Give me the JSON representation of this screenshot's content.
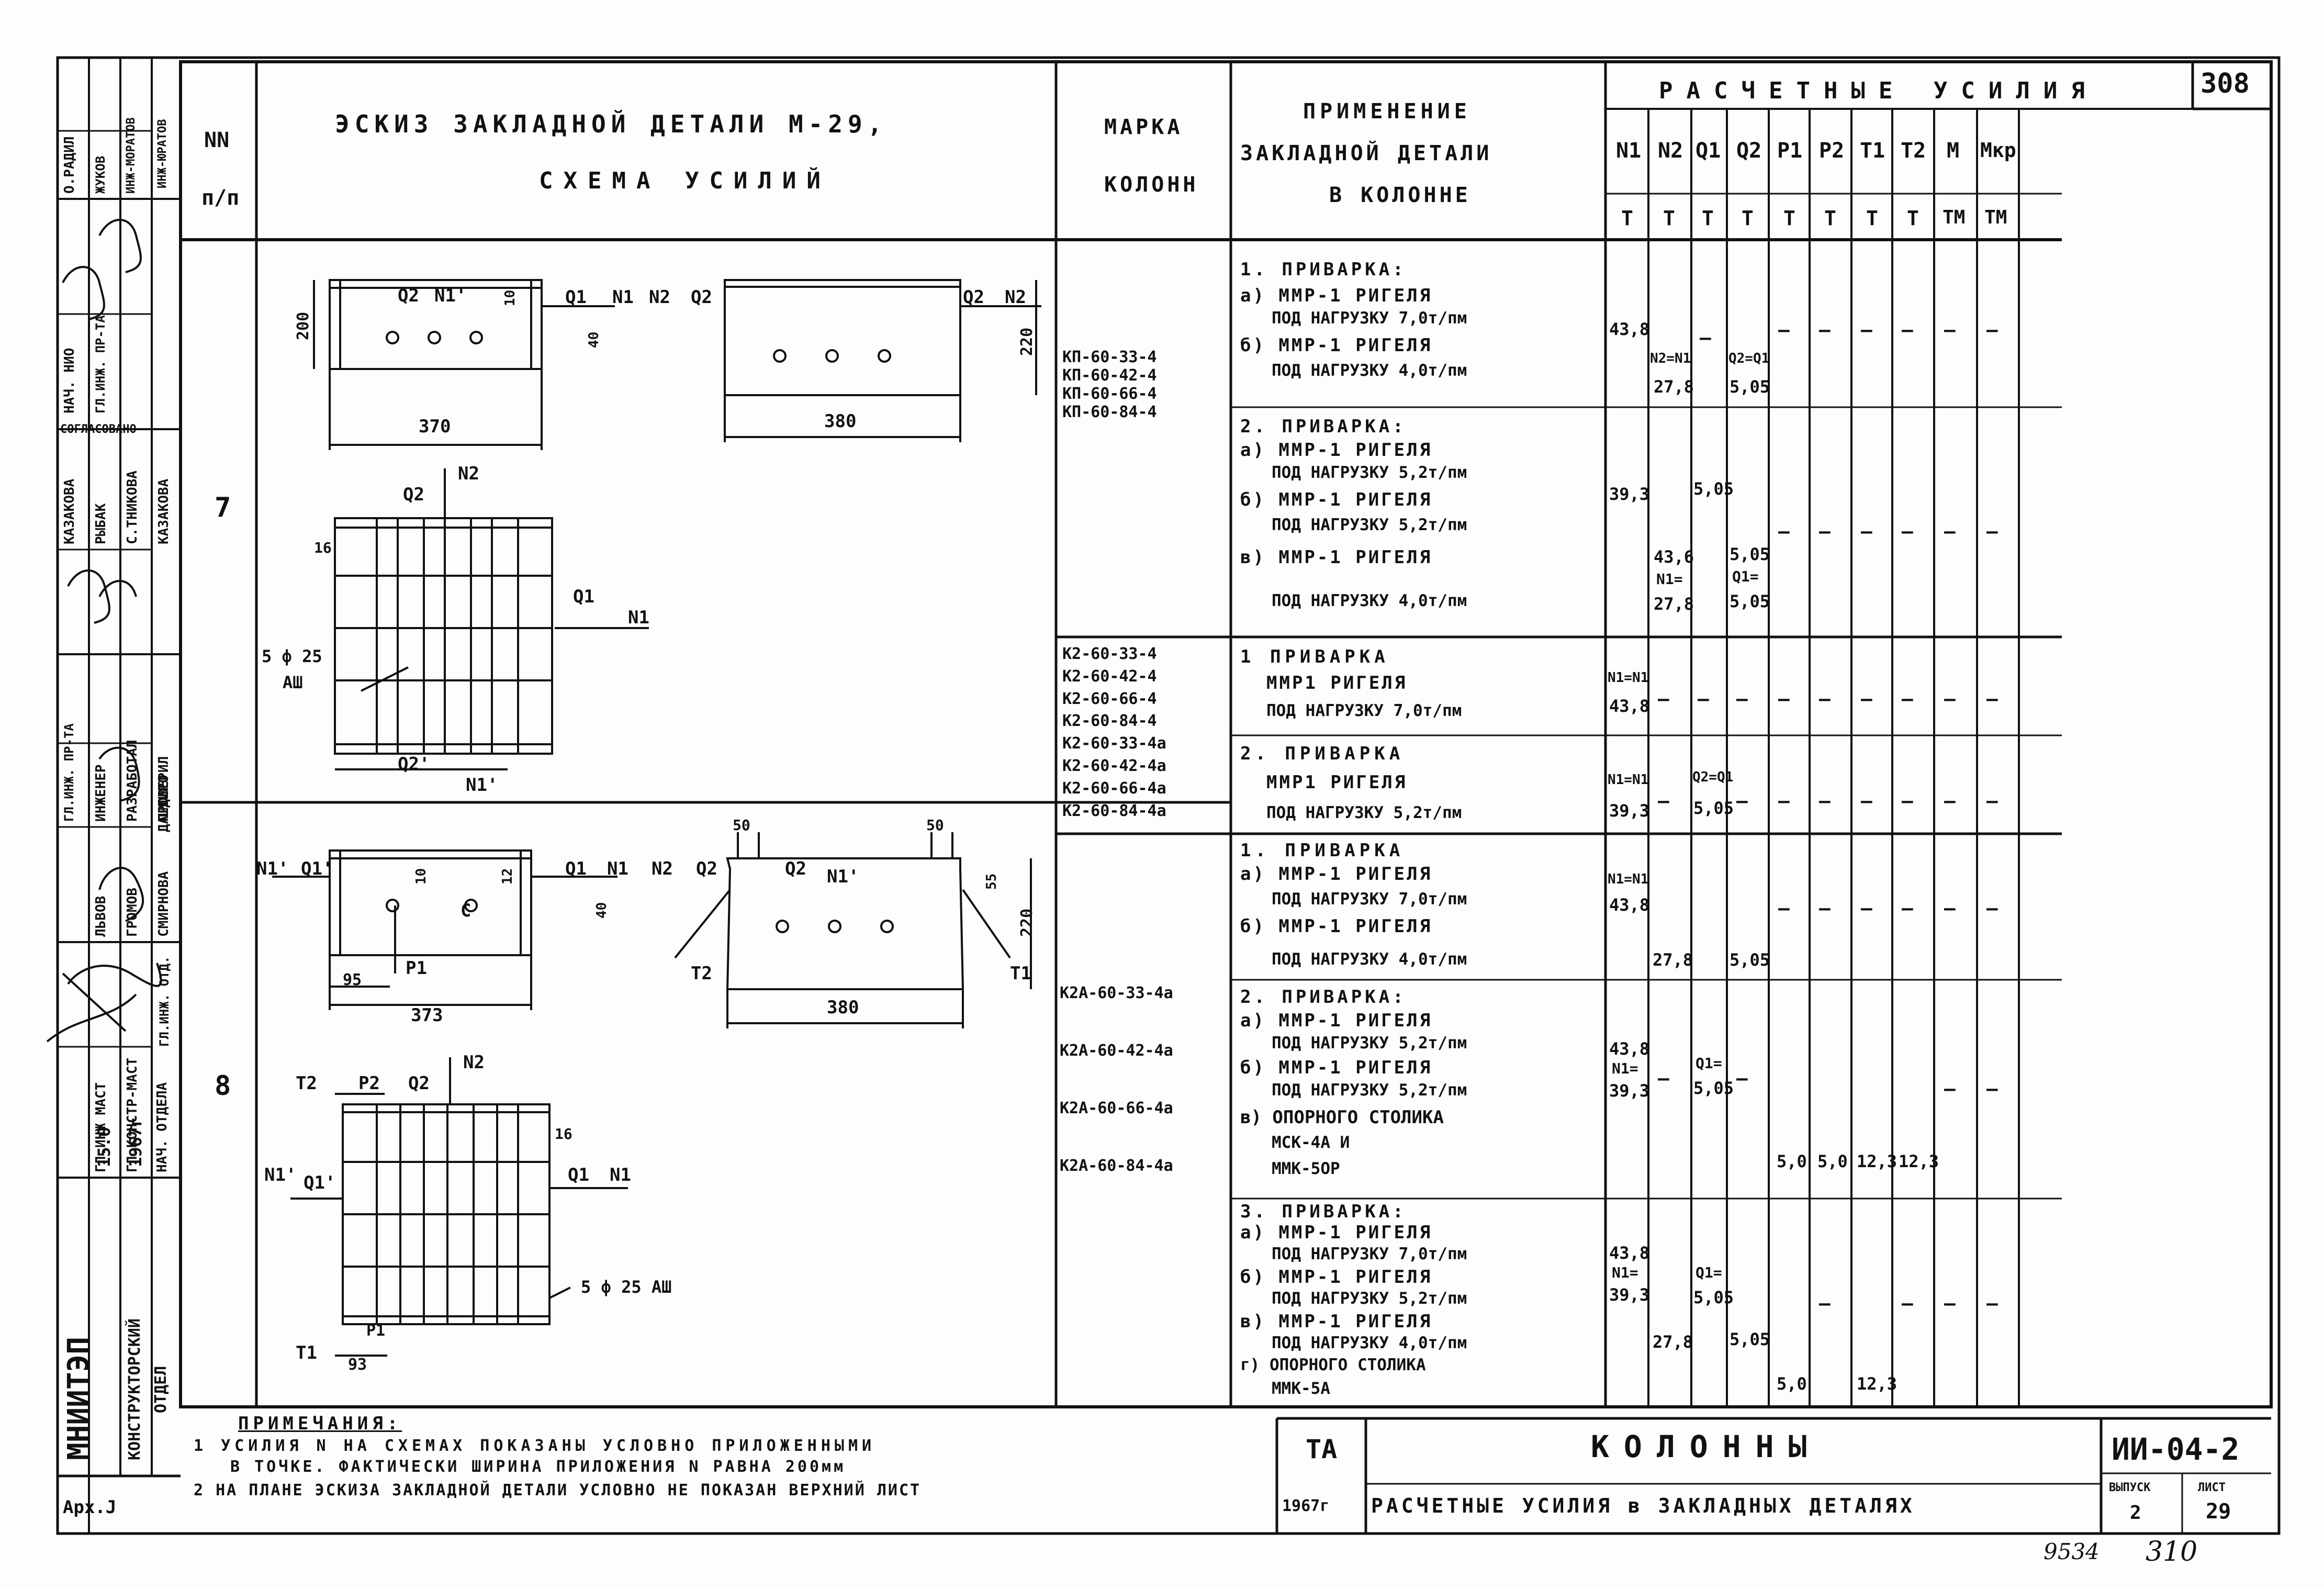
{
  "sheet_number": "308",
  "header": {
    "col_num_1": "NN",
    "col_num_2": "п/п",
    "sketch_title_1": "ЭСКИЗ ЗАКЛАДНОЙ ДЕТАЛИ М-29,",
    "sketch_title_2": "СХЕМА УСИЛИЙ",
    "mark_1": "МАРКА",
    "mark_2": "КОЛОНН",
    "app_1": "ПРИМЕНЕНИЕ",
    "app_2": "ЗАКЛАДНОЙ ДЕТАЛИ",
    "app_3": "В КОЛОННЕ",
    "forces_title": "РАСЧЕТНЫЕ УСИЛИЯ",
    "force_cols": [
      "N1",
      "N2",
      "Q1",
      "Q2",
      "P1",
      "P2",
      "T1",
      "T2",
      "M",
      "Mкр"
    ],
    "force_units": [
      "Т",
      "Т",
      "Т",
      "Т",
      "Т",
      "Т",
      "Т",
      "Т",
      "ТМ",
      "ТМ"
    ]
  },
  "rows": {
    "r7_num": "7",
    "r8_num": "8",
    "marks_a": [
      "КП-60-33-4",
      "КП-60-42-4",
      "КП-60-66-4",
      "КП-60-84-4"
    ],
    "marks_b": [
      "К2-60-33-4",
      "К2-60-42-4",
      "К2-60-66-4",
      "К2-60-84-4",
      "К2-60-33-4а",
      "К2-60-42-4а",
      "К2-60-66-4а",
      "К2-60-84-4а"
    ],
    "marks_c": [
      "К2А-60-33-4а",
      "К2А-60-42-4а",
      "К2А-60-66-4а",
      "К2А-60-84-4а"
    ],
    "app_a": [
      "1. ПРИВАРКА:",
      "а) ММР-1 РИГЕЛЯ",
      "ПОД НАГРУЗКУ 7,0т/пм",
      "б) ММР-1 РИГЕЛЯ",
      "ПОД НАГРУЗКУ 4,0т/пм"
    ],
    "app_b": [
      "2. ПРИВАРКА:",
      "а) ММР-1 РИГЕЛЯ",
      "ПОД НАГРУЗКУ 5,2т/пм",
      "б) ММР-1 РИГЕЛЯ",
      "ПОД НАГРУЗКУ 5,2т/пм",
      "в) ММР-1 РИГЕЛЯ",
      "ПОД НАГРУЗКУ 4,0т/пм"
    ],
    "app_c": [
      "1 ПРИВАРКА",
      "ММР1 РИГЕЛЯ",
      "ПОД НАГРУЗКУ 7,0т/пм"
    ],
    "app_d": [
      "2. ПРИВАРКА",
      "ММР1 РИГЕЛЯ",
      "ПОД НАГРУЗКУ 5,2т/пм"
    ],
    "app_e": [
      "1. ПРИВАРКА",
      "а) ММР-1 РИГЕЛЯ",
      "ПОД НАГРУЗКУ 7,0т/пм",
      "б) ММР-1 РИГЕЛЯ",
      "ПОД НАГРУЗКУ 4,0т/пм"
    ],
    "app_f": [
      "2. ПРИВАРКА:",
      "а) ММР-1 РИГЕЛЯ",
      "ПОД НАГРУЗКУ 5,2т/пм",
      "б) ММР-1 РИГЕЛЯ",
      "ПОД НАГРУЗКУ 5,2т/пм",
      "в) ОПОРНОГО СТОЛИКА",
      "МСК-4А И",
      "ММК-5ОР"
    ],
    "app_g": [
      "3. ПРИВАРКА:",
      "а) ММР-1 РИГЕЛЯ",
      "ПОД НАГРУЗКУ 7,0т/пм",
      "б) ММР-1 РИГЕЛЯ",
      "ПОД НАГРУЗКУ 5,2т/пм",
      "в) ММР-1 РИГЕЛЯ",
      "ПОД НАГРУЗКУ 4,0т/пм",
      "г) ОПОРНОГО СТОЛИКА",
      "ММК-5А"
    ]
  },
  "values": {
    "a_n1": "43,8",
    "a_n2_1": "N2=N1",
    "a_n2_2": "27,8",
    "a_q2_1": "Q2=Q1",
    "a_q2_2": "5,05",
    "b_n1": "39,3",
    "b_q1": "5,05",
    "b_n2_1": "43,6",
    "b_n2_2": "N1=",
    "b_n2_3": "27,8",
    "b_q2_1": "5,05",
    "b_q2_2": "Q1=",
    "b_q2_3": "5,05",
    "c_n1_1": "N1=N1",
    "c_n1_2": "43,8",
    "d_n1_1": "N1=N1",
    "d_n1_2": "39,3",
    "d_q2_1": "Q2=Q1",
    "d_q2_2": "5,05",
    "e_n1_1": "N1=N1",
    "e_n1_2": "43,8",
    "e_n2": "27,8",
    "e_q2": "5,05",
    "f_n1_1": "43,8",
    "f_n1_2": "N1=",
    "f_n1_3": "39,3",
    "f_q1_1": "Q1=",
    "f_q1_2": "5,05",
    "f_p1": "5,0",
    "f_p2": "5,0",
    "f_t1": "12,3",
    "f_t2": "12,3",
    "g_n1_1": "43,8",
    "g_n1_2": "N1=",
    "g_n1_3": "39,3",
    "g_n2": "27,8",
    "g_q1_1": "Q1=",
    "g_q1_2": "5,05",
    "g_q2": "5,05",
    "g_p1": "5,0",
    "g_t1": "12,3",
    "dash": "—"
  },
  "sketch": {
    "d200": "200",
    "d220": "220",
    "d370": "370",
    "d380": "380",
    "d373": "373",
    "d95": "95",
    "d93": "93",
    "d10": "10",
    "d12": "12",
    "d40": "40",
    "d50": "50",
    "d55": "55",
    "d16": "16",
    "rebar": "5 ф 25",
    "rebar_cls": "АШ",
    "rebar_full": "5 ф 25 АШ",
    "Q1": "Q1",
    "Q2": "Q2",
    "N1": "N1",
    "N2": "N2",
    "P1": "P1",
    "P2": "P2",
    "T1": "T1",
    "T2": "T2",
    "Q1p": "Q1'",
    "N1p": "N1'",
    "Q2p": "Q2'",
    "C": "C"
  },
  "notes": {
    "title": "ПРИМЕЧАНИЯ:",
    "n1": "1 УСИЛИЯ N НА СХЕМАХ ПОКАЗАНЫ УСЛОВНО ПРИЛОЖЕННЫМИ",
    "n1b": "В ТОЧКЕ. ФАКТИЧЕСКИ ШИРИНА ПРИЛОЖЕНИЯ N РАВНА 200мм",
    "n2": "2 НА ПЛАНЕ ЭСКИЗА ЗАКЛАДНОЙ ДЕТАЛИ УСЛОВНО НЕ ПОКАЗАН ВЕРХНИЙ ЛИСТ"
  },
  "title_block": {
    "ta": "ТА",
    "year": "1967г",
    "name": "КОЛОННЫ",
    "subtitle": "РАСЧЕТНЫЕ УСИЛИЯ в ЗАКЛАДНЫХ ДЕТАЛЯХ",
    "code": "ИИ-04-2",
    "issue_label": "ВЫПУСК",
    "issue": "2",
    "sheet_label": "ЛИСТ",
    "sheet": "29",
    "inv": "9534",
    "inv2": "310"
  },
  "left_block": {
    "org": "МНИИТЭП",
    "dept_1": "КОНСТРУКТОРСКИЙ",
    "dept_2": "ОТДЕЛ",
    "date_1": "15.0",
    "date_2": "1967г",
    "arch": "Арх.J",
    "roles": [
      "НАЧ. ОТДЕЛА",
      "ГЛ.КОНСТР-МАСТ",
      "ГЛ.ИНЖ МАСТ",
      "ГЛ.ИНЖ. ОТД."
    ],
    "names": [
      "СМИРНОВА",
      "ГРОМОВ",
      "ДАШДИРО",
      "ЛЬВОВ"
    ],
    "roles2": [
      "ПРОВЕРИЛ",
      "РАЗРАБОТАЛ",
      "ИНЖЕНЕР",
      "ГЛ.ИНЖ. ПР-ТА"
    ],
    "names2": [
      "КАЗАКОВА",
      "С.ТНИКОВА",
      "РЫБАК",
      "КАЗАКОВА"
    ],
    "agreed": "СОГЛАСОВАНО",
    "roles3": [
      "НАЧ. НИО",
      "ГЛ.ИНЖ. ПР-ТА",
      "ИНЖ-ЮРАТОВ"
    ],
    "names3": [
      "О.РАДИЛ",
      "ЖУКОВ",
      "ИНЖ-МОРАТОВ"
    ]
  }
}
